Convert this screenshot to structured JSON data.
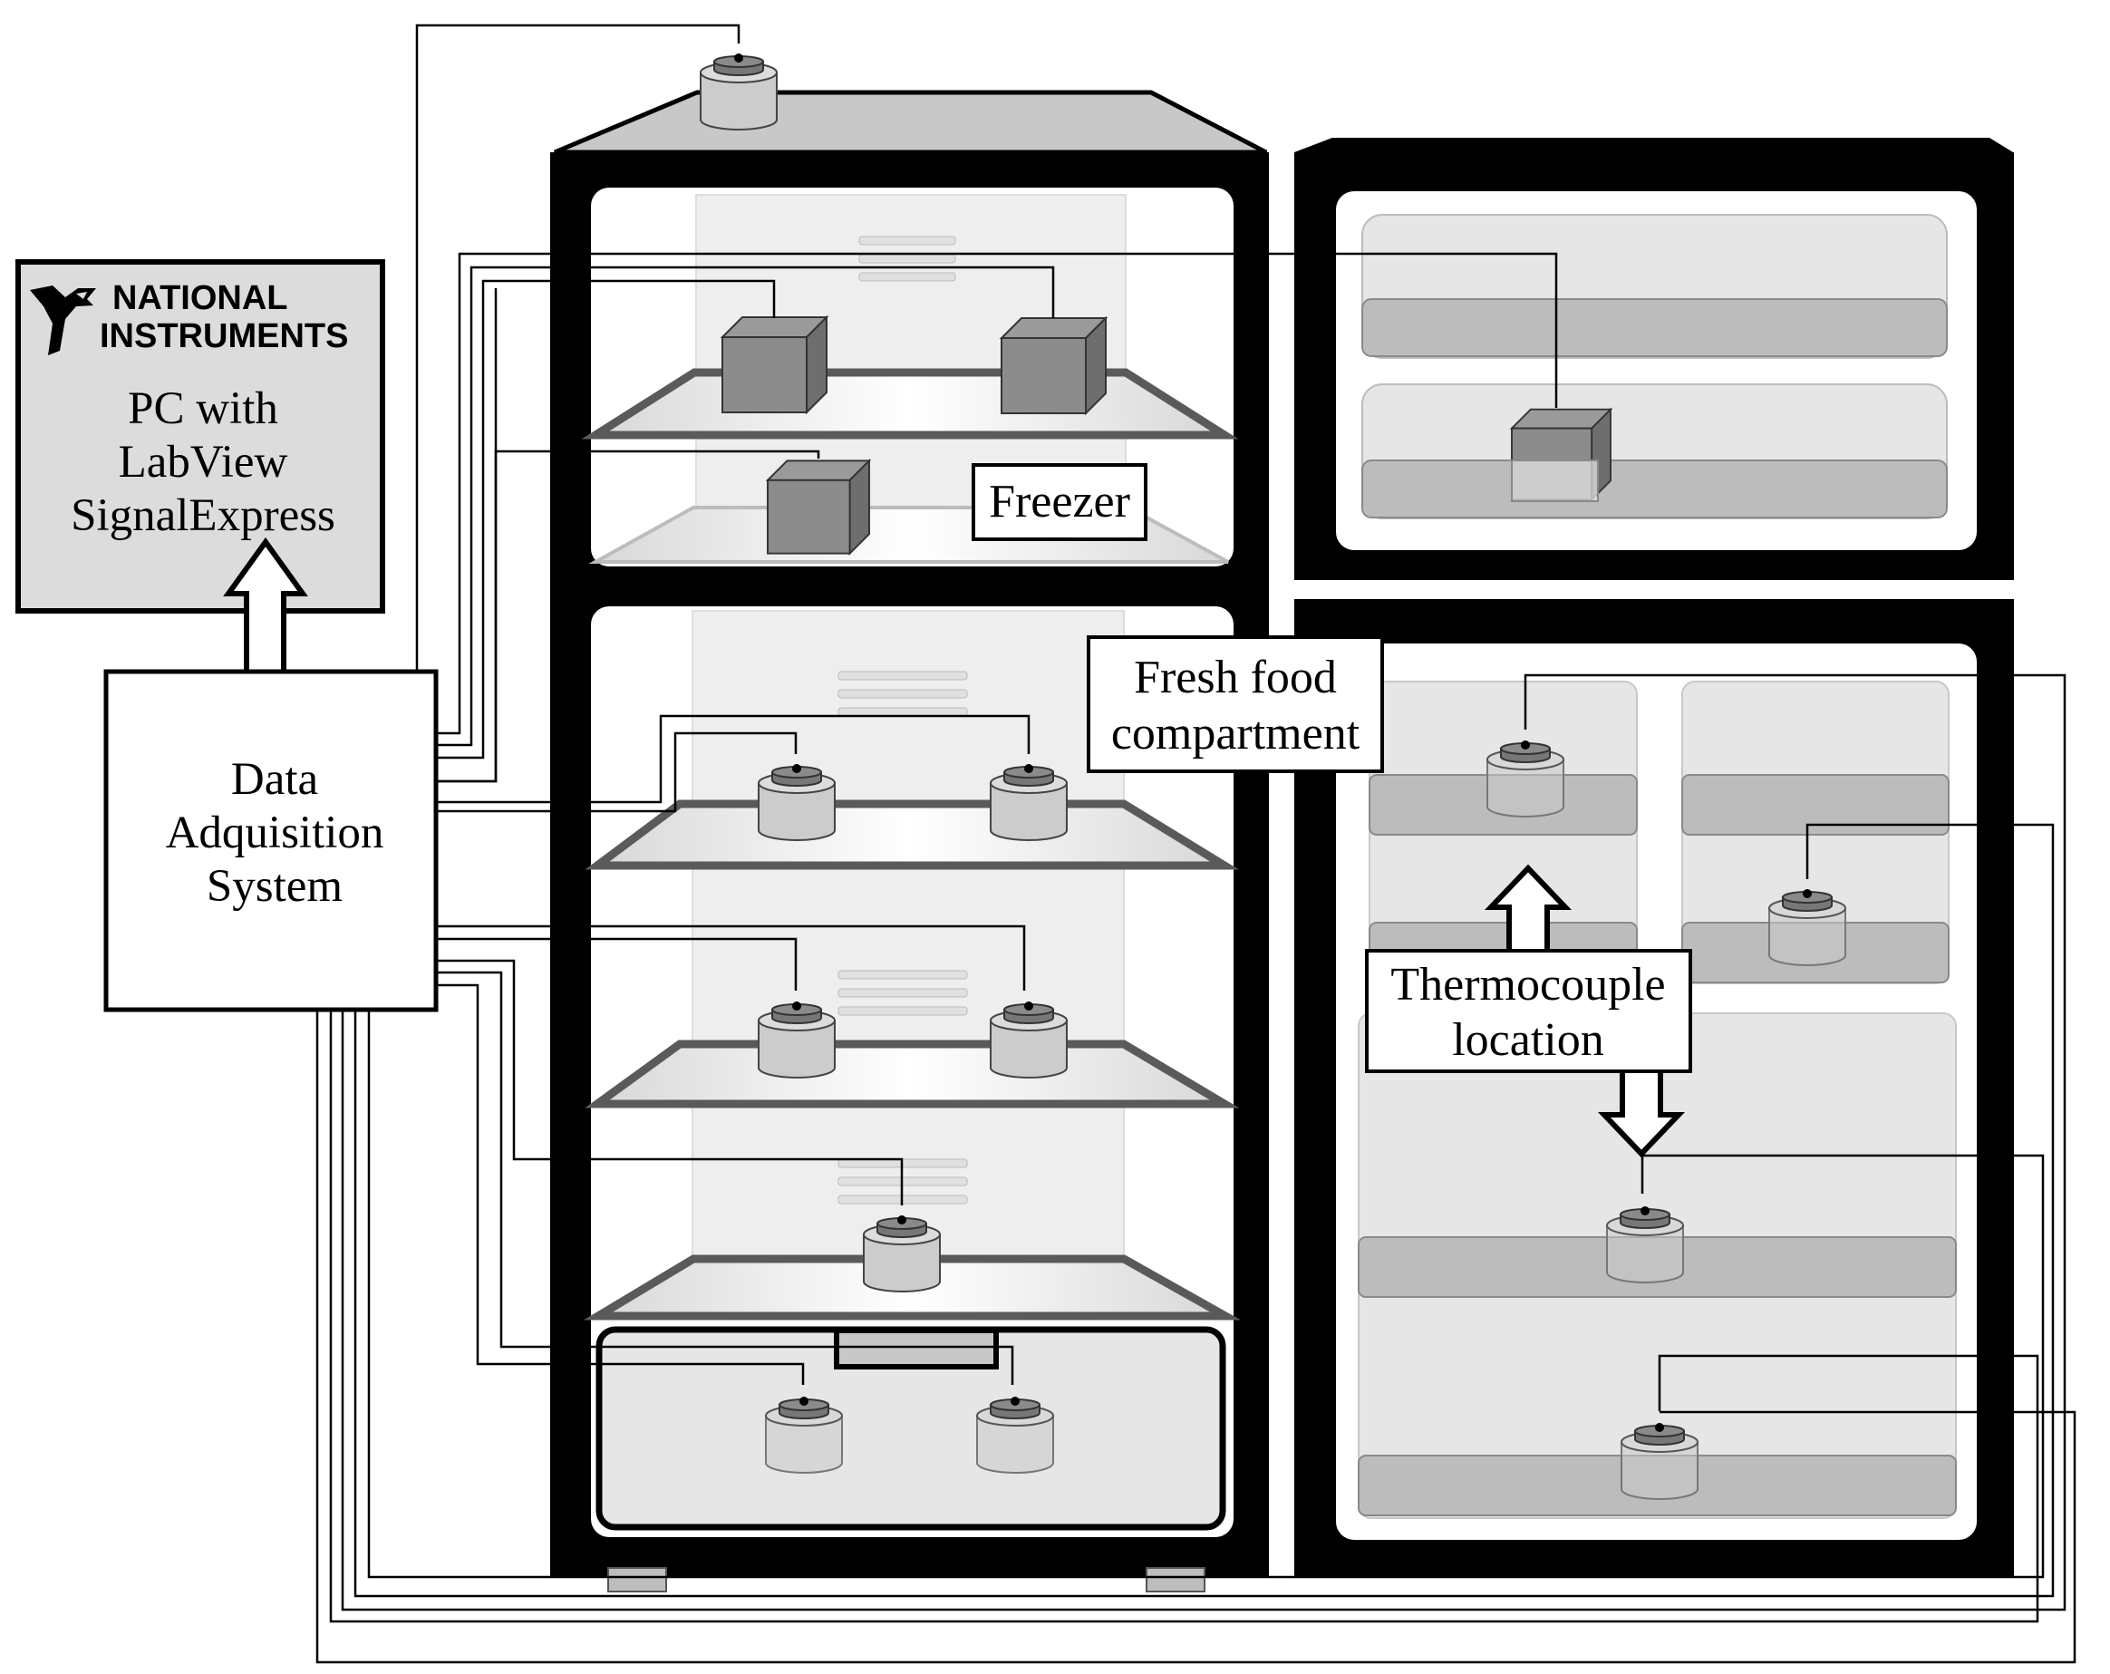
{
  "ni_logo": {
    "line1": "NATIONAL",
    "line2": "INSTRUMENTS",
    "icon": "ni-eagle-icon"
  },
  "pc_box": {
    "line1": "PC with",
    "line2": "LabView",
    "line3": "SignalExpress"
  },
  "daq_box": {
    "line1": "Data",
    "line2": "Adquisition",
    "line3": "System"
  },
  "labels": {
    "freezer": "Freezer",
    "fresh_line1": "Fresh food",
    "fresh_line2": "compartment",
    "thermo_line1": "Thermocouple",
    "thermo_line2": "location"
  },
  "colors": {
    "cabinet": "#000000",
    "interior": "#ffffff",
    "top_panel": "#c8c8c8",
    "shelf": "#5a5a5a",
    "box_fill": "#8c8c8c",
    "sensor_fill": "#cccccc",
    "sensor_band": "#777777"
  }
}
